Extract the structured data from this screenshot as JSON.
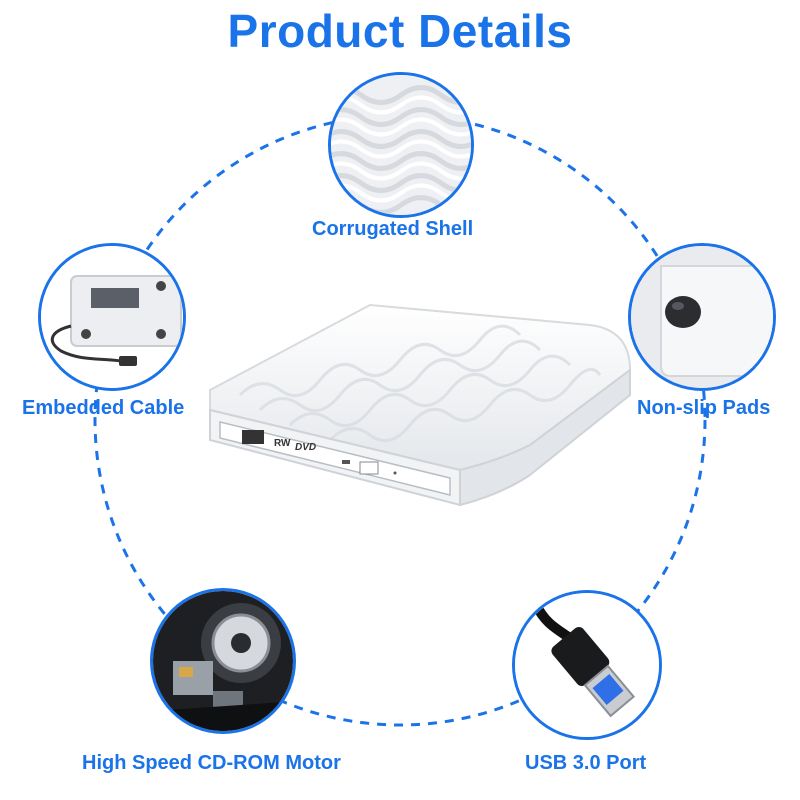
{
  "title": "Product Details",
  "features": {
    "top": "Corrugated Shell",
    "left": "Embedded Cable",
    "right": "Non-slip Pads",
    "bottom_left": "High Speed CD-ROM Motor",
    "bottom_right": "USB 3.0 Port"
  },
  "drive_logos": {
    "rw": "RW",
    "dvd": "DVD"
  },
  "colors": {
    "accent": "#1a73e8",
    "shell": "#f4f5f7"
  }
}
